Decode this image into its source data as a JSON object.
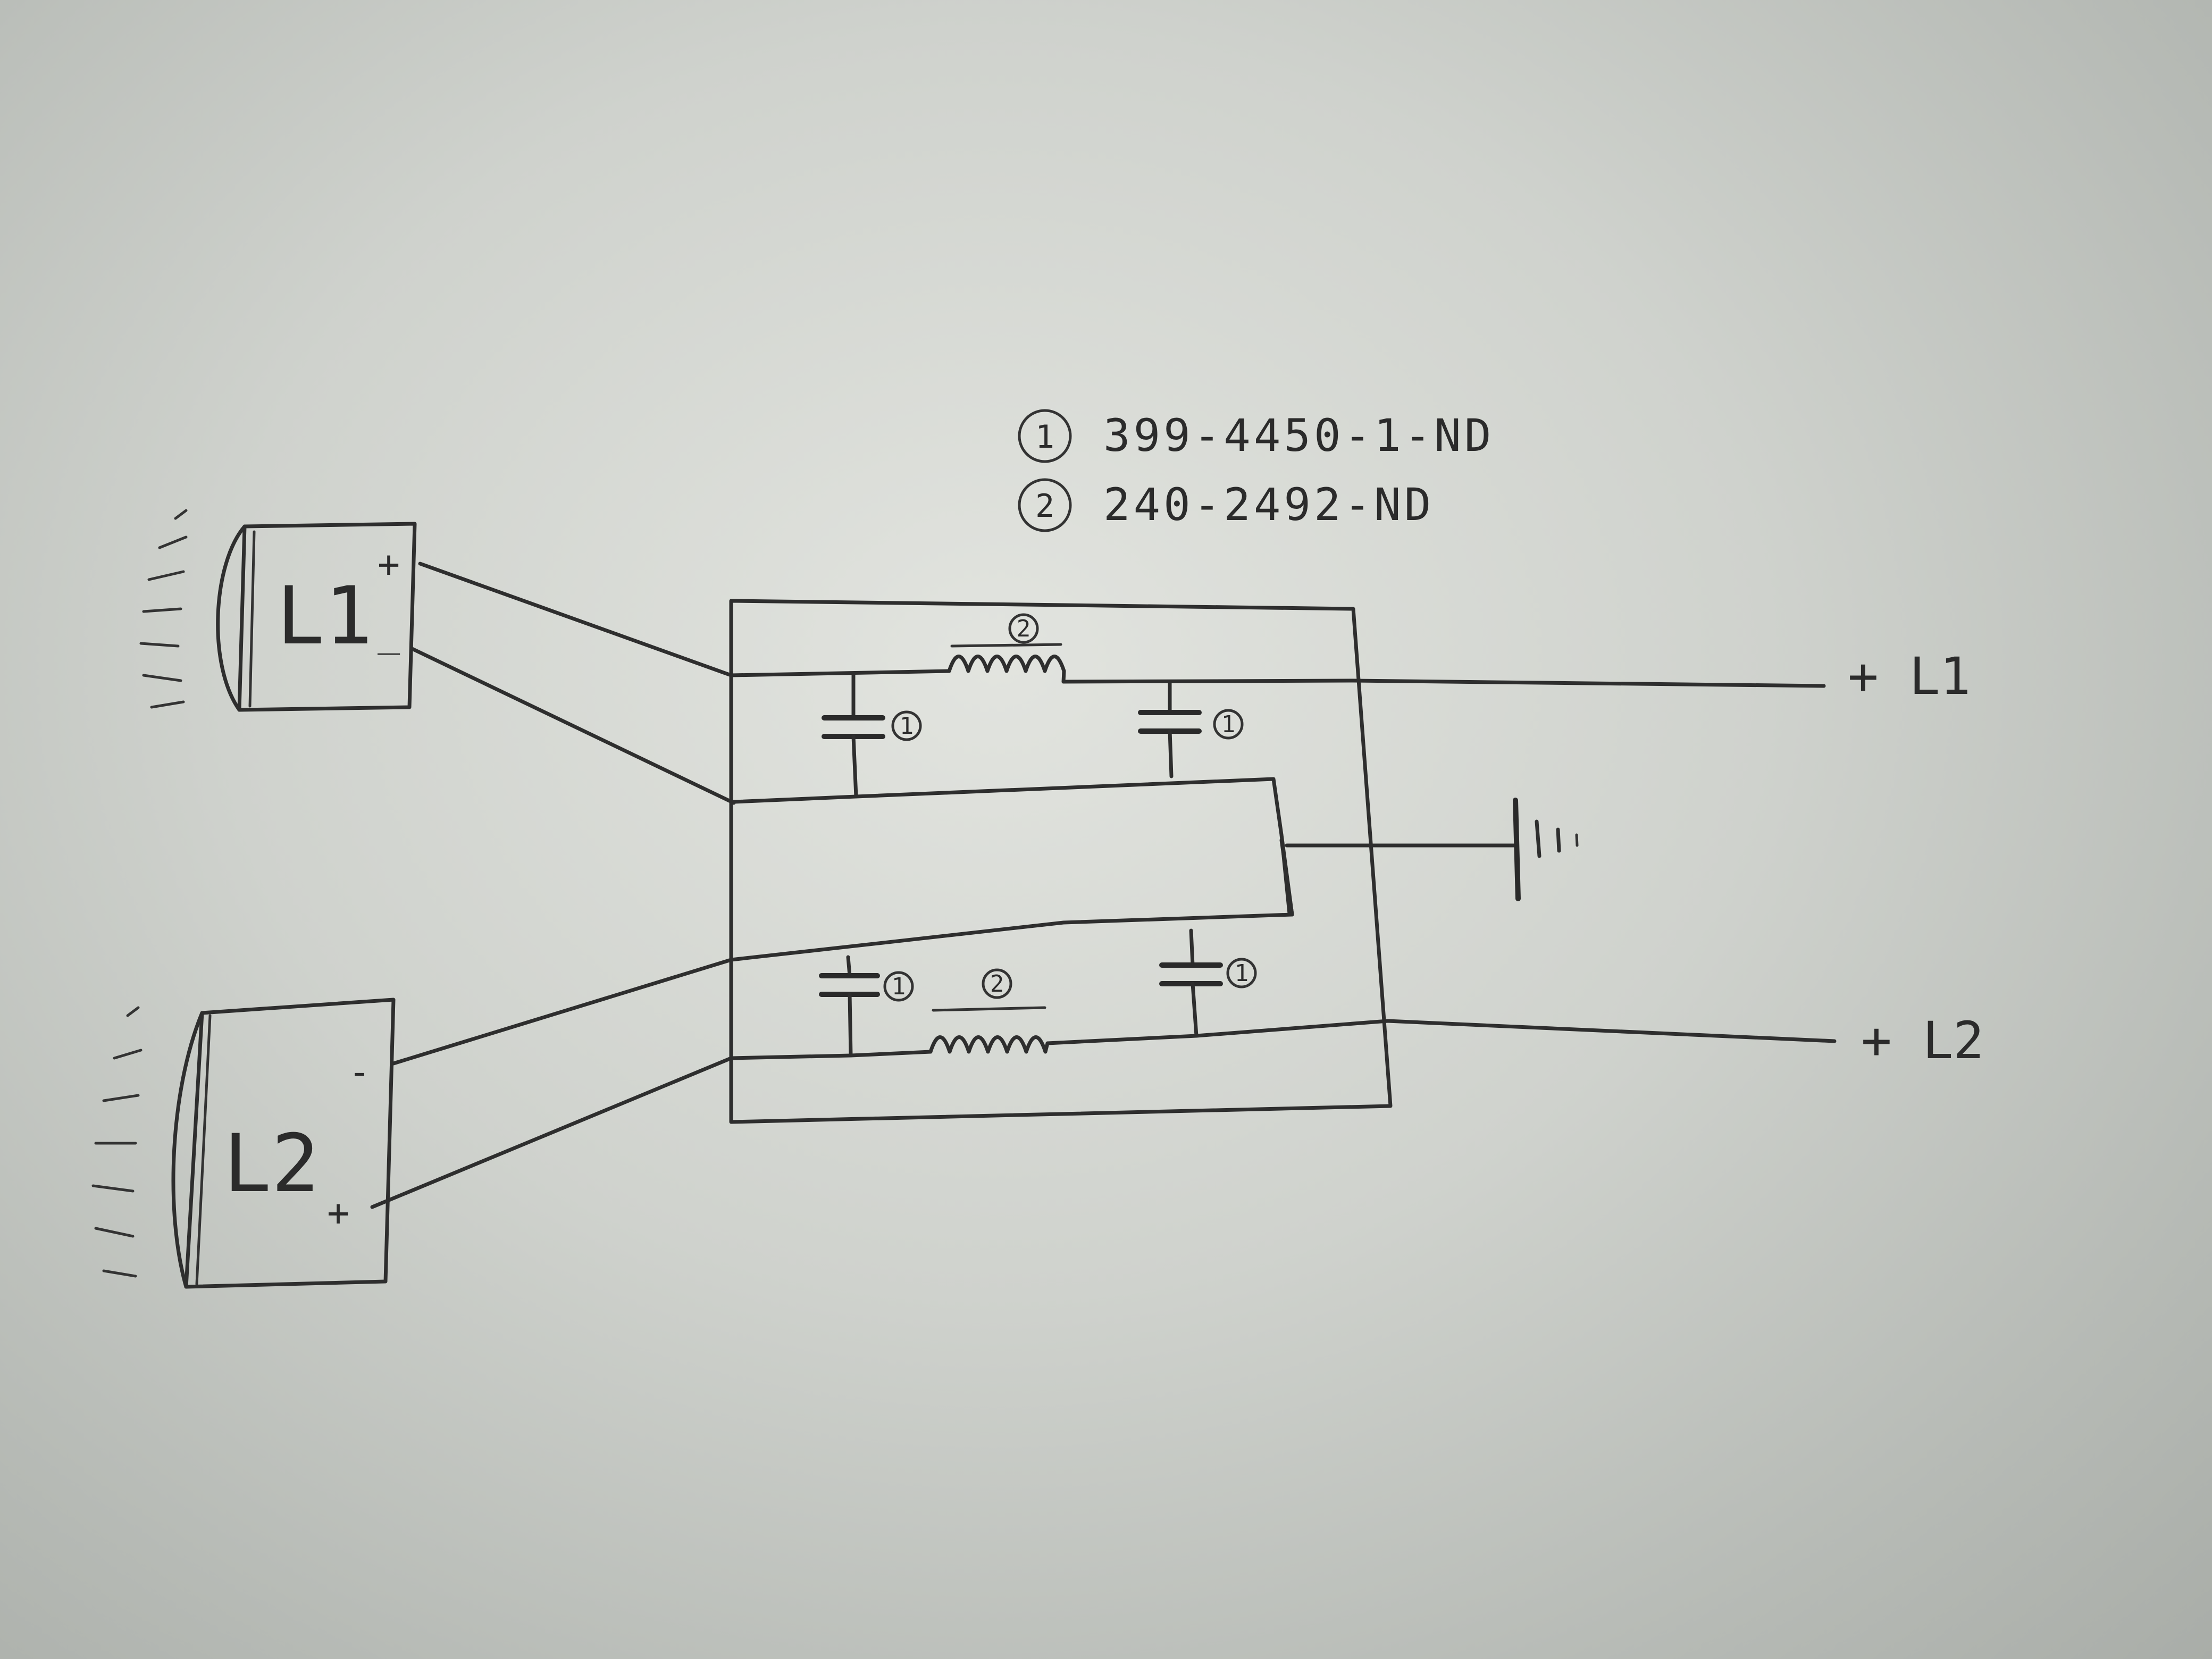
{
  "legend": {
    "items": [
      {
        "number": "1",
        "part": "399-4450-1-ND"
      },
      {
        "number": "2",
        "part": "240-2492-ND"
      }
    ]
  },
  "components": {
    "lamp1": {
      "label": "L1",
      "plus": "+",
      "minus": "_"
    },
    "lamp2": {
      "label": "L2",
      "plus": "+",
      "minus": "-"
    }
  },
  "filter": {
    "inductor_badge": "2",
    "capacitor_badge": "1"
  },
  "outputs": {
    "top": "+ L1",
    "bottom": "+ L2"
  },
  "colors": {
    "ink": "#2e2e2e",
    "paper": "#d6d9d4"
  }
}
